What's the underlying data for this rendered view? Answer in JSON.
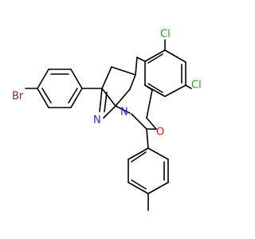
{
  "molecule": {
    "atoms": {
      "cl_top": "Cl",
      "cl_right": "Cl",
      "br": "Br",
      "n1": "N",
      "n2": "N",
      "o": "O"
    },
    "colors": {
      "bond": "#000000",
      "chlorine": "#1fa01f",
      "bromine": "#8b2a0f",
      "nitrogen": "#1d2bd6",
      "oxygen": "#e0141b",
      "background": "#ffffff"
    }
  }
}
